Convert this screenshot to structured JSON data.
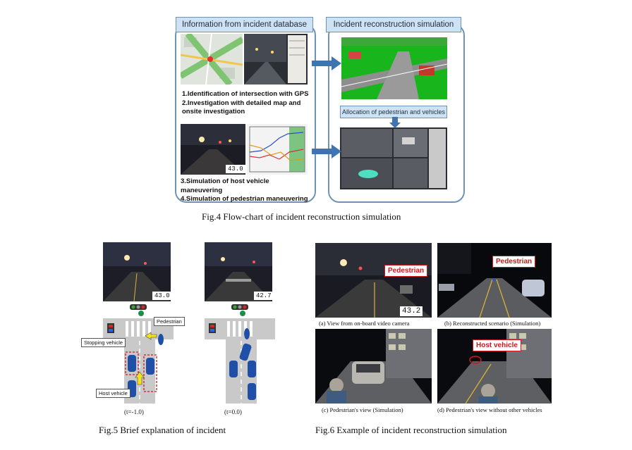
{
  "fig4": {
    "left_header": "Information from incident database",
    "right_header": "Incident reconstruction simulation",
    "allocation_label": "Allocation of pedestrian and vehicles",
    "steps_top": [
      "1.Identification of intersection with GPS",
      "2.Investigation with detailed map and onsite investigation"
    ],
    "steps_bottom": [
      "3.Simulation of host vehicle maneuvering",
      "4.Simulation of pedestrian maneuvering"
    ],
    "camera_time": "43.0",
    "caption": "Fig.4    Flow-chart of incident reconstruction simulation"
  },
  "fig5": {
    "time_left": "43.0",
    "time_right": "42.7",
    "pedestrian_label": "Pedestrian",
    "stopping_vehicle_label": "Stopping vehicle",
    "host_vehicle_label": "Host vehicle",
    "t_left": "(t=-1.0)",
    "t_right": "(t=0.0)",
    "caption": "Fig.5    Brief explanation of incident"
  },
  "fig6": {
    "a_label": "Pedestrian",
    "a_time": "43.2",
    "b_label": "Pedestrian",
    "d_label": "Host vehicle",
    "caption_a": "(a) View from on-board video camera",
    "caption_b": "(b) Reconstructed scenario (Simulation)",
    "caption_c": "(c)  Pedestrian's view (Simulation)",
    "caption_d": "(d)  Pedestrian's view without other vehicles",
    "caption": "Fig.6    Example of incident reconstruction simulation"
  },
  "colors": {
    "panel_border": "#6e93b9",
    "header_fill": "#cfe2f3",
    "arrow": "#3f74b1",
    "vehicle": "#1f4fa6",
    "highlight_red": "#d0161d",
    "arrow_yellow": "#f3e21a"
  }
}
